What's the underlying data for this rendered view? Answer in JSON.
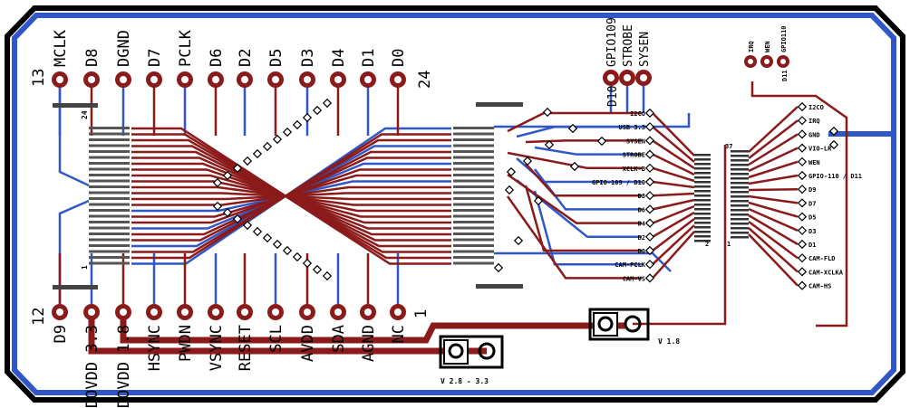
{
  "board": {
    "colors": {
      "top_copper": "#8b1a1a",
      "bottom_copper": "#2f57c8",
      "silkscreen": "#000000",
      "background": "#ffffff"
    }
  },
  "connector_left": {
    "pin_first": "13",
    "pin_last": "24",
    "top_labels": [
      "MCLK",
      "D8",
      "DGND",
      "D7",
      "PCLK",
      "D6",
      "D2",
      "D5",
      "D3",
      "D4",
      "D1",
      "D0"
    ],
    "pin_bottom_first": "12",
    "pin_bottom_last": "1",
    "bottom_labels": [
      "D9",
      "DOVDD 3.3",
      "DOVDD 1.8",
      "HSYNC",
      "PWDN",
      "VSYNC",
      "RESET",
      "SCL",
      "AVDD",
      "SDA",
      "AGND",
      "NC"
    ]
  },
  "fpc_left": {
    "mark_top": "24",
    "mark_bottom": "1"
  },
  "top_right_pins": {
    "left_group": [
      "GPIO109",
      "STROBE",
      "SYSEN"
    ],
    "left_group_sub": "D10",
    "right_group": [
      "IRQ",
      "WEN",
      "GPIO110"
    ],
    "right_group_sub": "D11"
  },
  "center_connector": {
    "labels": [
      "I2CO",
      "USB 3.3",
      "SYSEN",
      "STROBE",
      "XCLK-B",
      "GPIO-109 / D10",
      "D8",
      "D6",
      "D4",
      "D2",
      "D0",
      "CAM-PCLK",
      "CAM-VS"
    ],
    "mark_2": "2",
    "mark_1": "1"
  },
  "right_connector": {
    "labels": [
      "I2CO",
      "IRQ",
      "GND",
      "VIO-LR",
      "WEN",
      "GPIO-110 / D11",
      "D9",
      "D7",
      "D5",
      "D3",
      "D1",
      "CAM-FLD",
      "CAM-XCLKA",
      "CAM-HS"
    ],
    "mark_37": "37",
    "mark_1": "1"
  },
  "jumpers": {
    "j1_label": "V 1.8",
    "j2_label": "V 2.8 - 3.3"
  }
}
